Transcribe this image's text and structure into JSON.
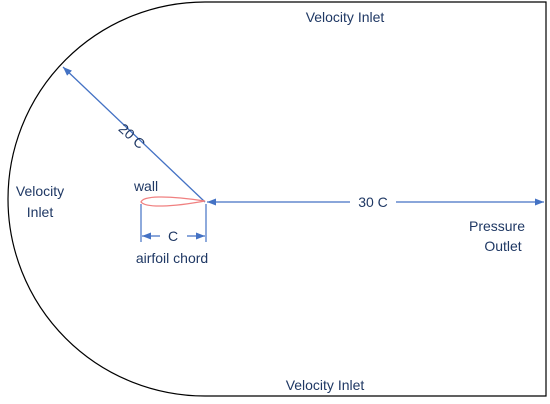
{
  "labels": {
    "top_inlet": "Velocity Inlet",
    "bottom_inlet": "Velocity Inlet",
    "left_inlet_line1": "Velocity",
    "left_inlet_line2": "Inlet",
    "outlet_line1": "Pressure",
    "outlet_line2": "Outlet",
    "radius": "20 C",
    "downstream": "30 C",
    "wall": "wall",
    "chord_symbol": "C",
    "chord_caption": "airfoil chord"
  },
  "colors": {
    "boundary": "#000000",
    "dimension": "#4472c4",
    "airfoil": "#f08080",
    "text": "#1f3864"
  }
}
